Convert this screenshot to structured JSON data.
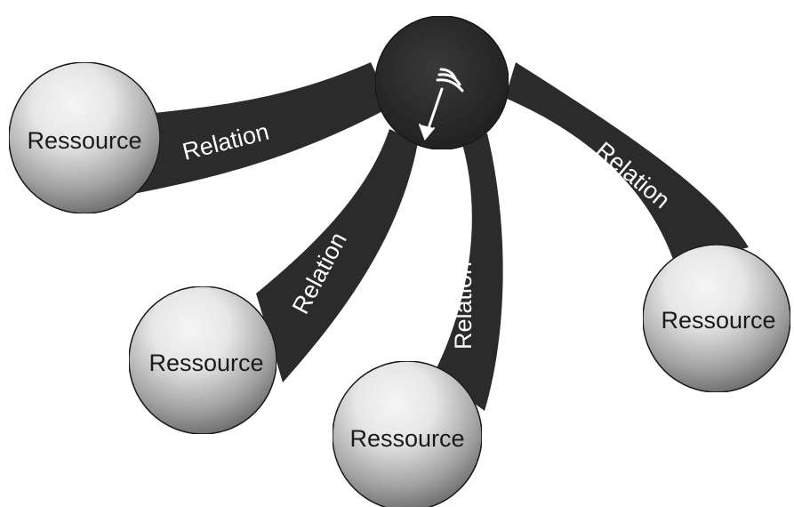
{
  "diagram": {
    "hub": {
      "icon": "signal-arrow-icon"
    },
    "relations": [
      {
        "label": "Relation"
      },
      {
        "label": "Relation"
      },
      {
        "label": "Relation"
      },
      {
        "label": "Relation"
      }
    ],
    "resources": [
      {
        "label": "Ressource"
      },
      {
        "label": "Ressource"
      },
      {
        "label": "Ressource"
      },
      {
        "label": "Ressource"
      }
    ],
    "colors": {
      "band": "#2b2b2b",
      "hub": "#2f2f2f",
      "sphere_light": "#ffffff",
      "sphere_dark": "#6e6e6e",
      "stroke": "#1a1a1a"
    }
  }
}
